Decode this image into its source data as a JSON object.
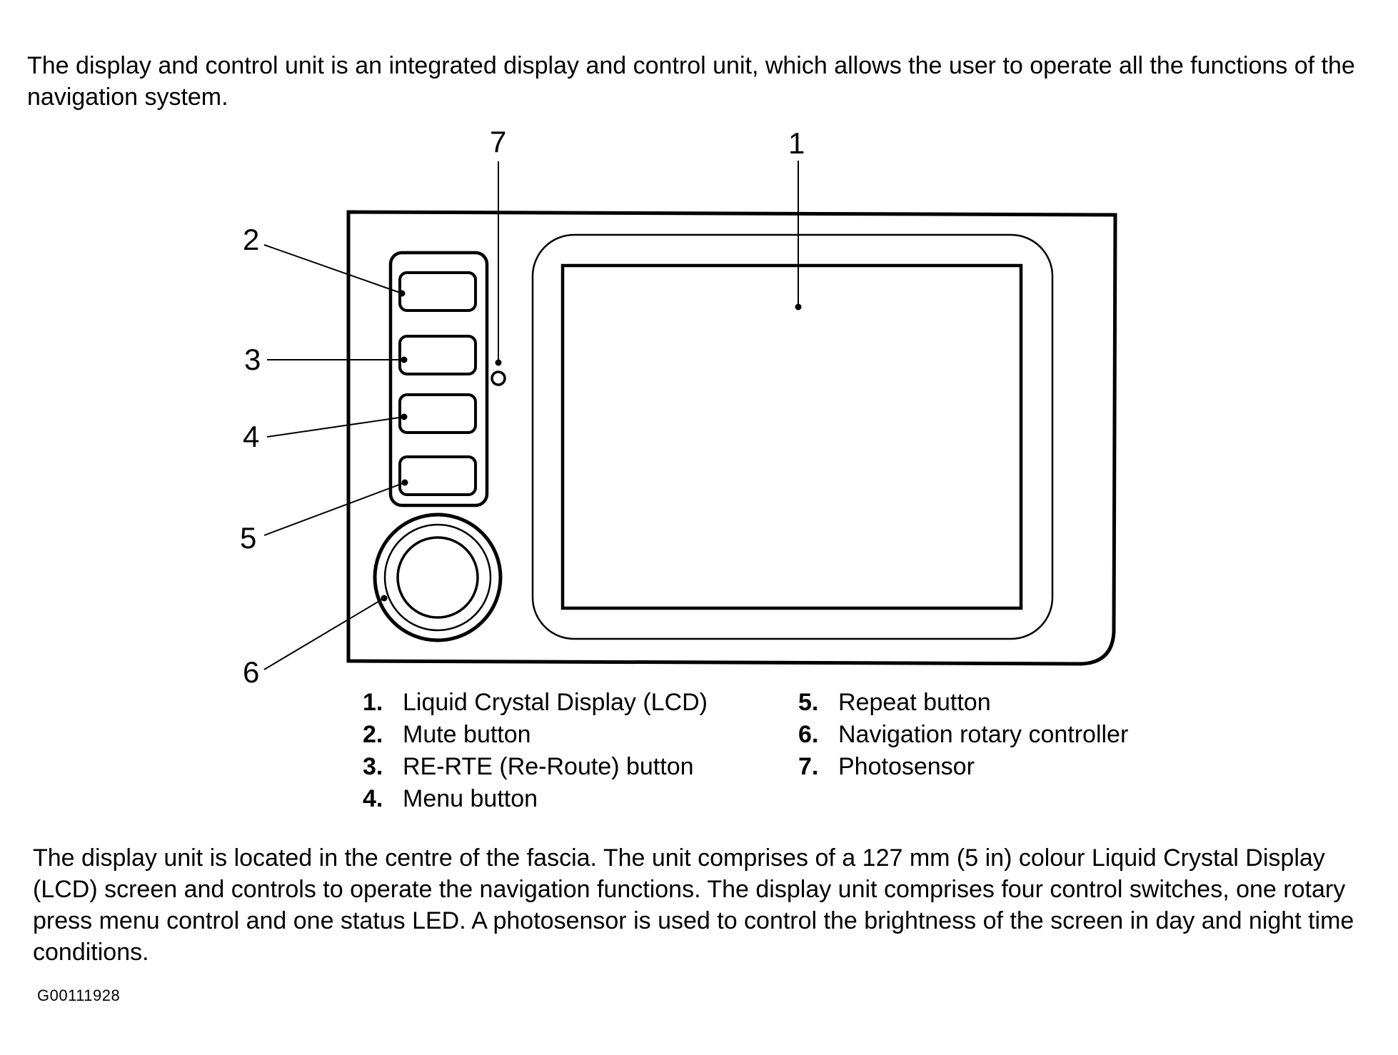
{
  "intro_text": "The display and control unit is an integrated display and control unit, which allows the user to operate all the functions of the navigation system.",
  "callouts": [
    "1",
    "2",
    "3",
    "4",
    "5",
    "6",
    "7"
  ],
  "legend": [
    {
      "num": "1.",
      "label": "Liquid Crystal Display (LCD)"
    },
    {
      "num": "2.",
      "label": "Mute button"
    },
    {
      "num": "3.",
      "label": "RE-RTE (Re-Route) button"
    },
    {
      "num": "4.",
      "label": "Menu button"
    },
    {
      "num": "5.",
      "label": "Repeat button"
    },
    {
      "num": "6.",
      "label": "Navigation rotary controller"
    },
    {
      "num": "7.",
      "label": "Photosensor"
    }
  ],
  "summary_text": "The display unit is located in the centre of the fascia. The unit comprises of a 127 mm (5 in) colour Liquid Crystal Display (LCD) screen and controls to operate the navigation functions. The display unit comprises four control switches, one rotary press menu control and one status LED. A photosensor is used to control the brightness of the screen in day and night time conditions.",
  "figure_id": "G00111928"
}
